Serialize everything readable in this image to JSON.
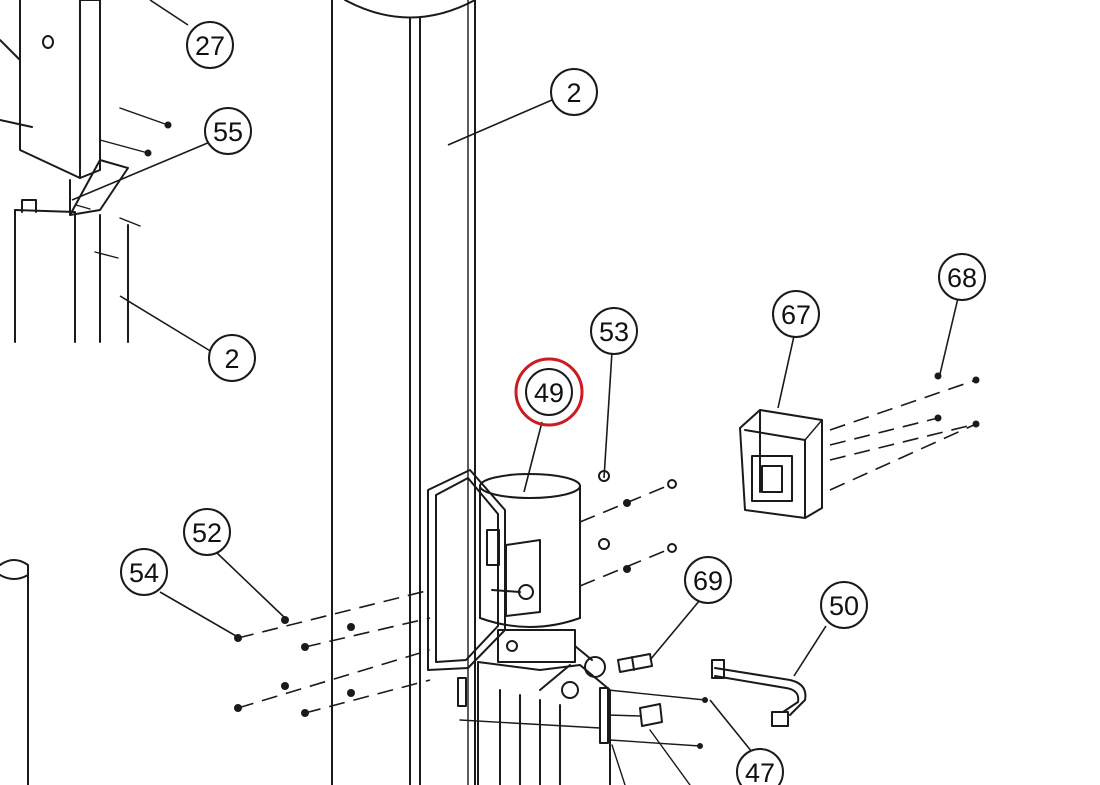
{
  "callouts": {
    "c27": "27",
    "c55": "55",
    "c2_left": "2",
    "c2_top": "2",
    "c53": "53",
    "c49": "49",
    "c67": "67",
    "c68": "68",
    "c52": "52",
    "c54": "54",
    "c69": "69",
    "c50": "50",
    "c47": "47"
  },
  "highlighted_callout": "49",
  "colors": {
    "line": "#1a1a1a",
    "highlight": "#cc1b22",
    "background": "#ffffff"
  }
}
